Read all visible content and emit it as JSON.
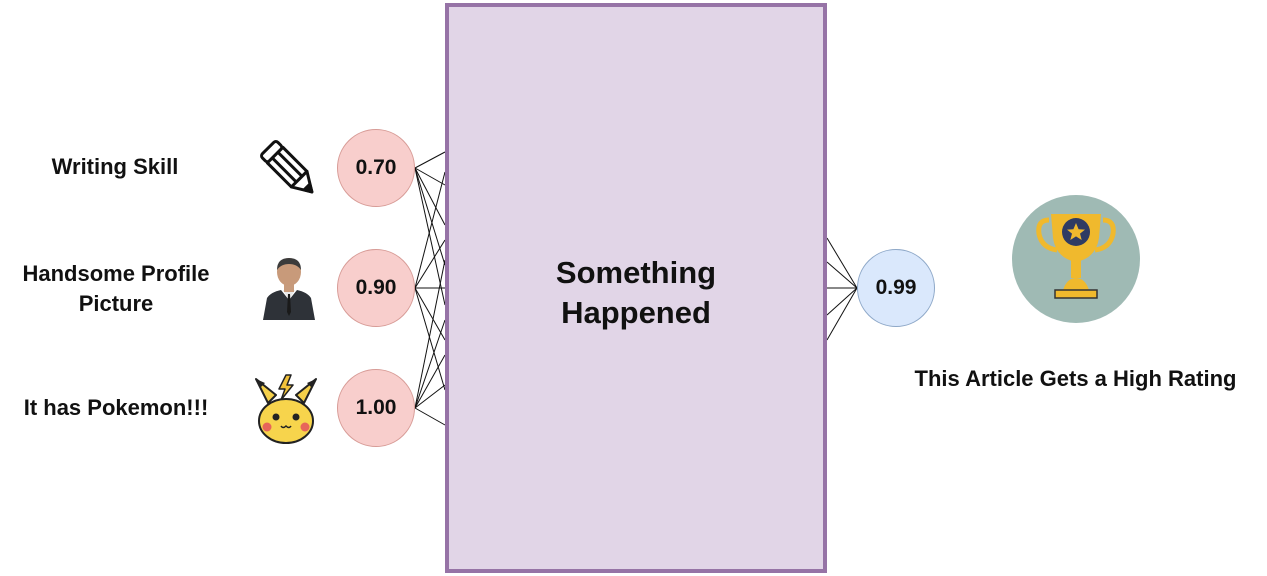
{
  "inputs": [
    {
      "label": "Writing Skill",
      "value": "0.70",
      "icon": "pencil-icon"
    },
    {
      "label": "Handsome Profile\nPicture",
      "value": "0.90",
      "icon": "businessman-icon"
    },
    {
      "label": "It has Pokemon!!!",
      "value": "1.00",
      "icon": "pikachu-icon"
    }
  ],
  "box": {
    "label": "Something\nHappened"
  },
  "output": {
    "value": "0.99",
    "icon": "trophy-icon",
    "caption": "This Article Gets a High Rating"
  },
  "colors": {
    "input_fill": "#f8cecc",
    "input_stroke": "#d79b96",
    "box_fill": "#e1d5e7",
    "box_stroke": "#9673a6",
    "output_fill": "#dae8fc",
    "output_stroke": "#8ea8c8",
    "trophy_bg": "#9fbab4",
    "trophy_gold": "#f0b92d"
  }
}
